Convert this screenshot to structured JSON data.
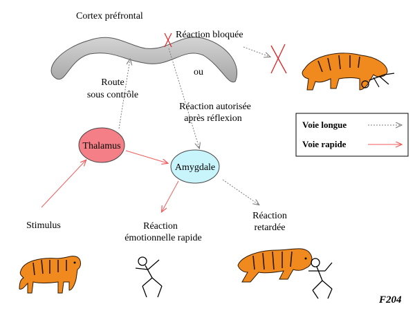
{
  "labels": {
    "cortex": "Cortex préfrontal",
    "reaction_bloquee": "Réaction bloquée",
    "ou": "ou",
    "route_line1": "Route",
    "route_line2": "sous contrôle",
    "reaction_autorisee_line1": "Réaction autorisée",
    "reaction_autorisee_line2": "après réflexion",
    "thalamus": "Thalamus",
    "amygdale": "Amygdale",
    "stimulus": "Stimulus",
    "reaction_rapide_line1": "Réaction",
    "reaction_rapide_line2": "émotionnelle rapide",
    "reaction_retardee_line1": "Réaction",
    "reaction_retardee_line2": "retardée",
    "signature": "F204"
  },
  "legend": {
    "voie_longue": "Voie longue",
    "voie_rapide": "Voie rapide"
  },
  "colors": {
    "thalamus_fill": "#f47f86",
    "amygdale_fill": "#c8f4fb",
    "fast_path": "#f25a5a",
    "slow_path": "#7a7a7a",
    "cortex_fill": "#b9b9b9",
    "tiger_orange": "#f08a1e",
    "cross_red": "#e02020"
  }
}
